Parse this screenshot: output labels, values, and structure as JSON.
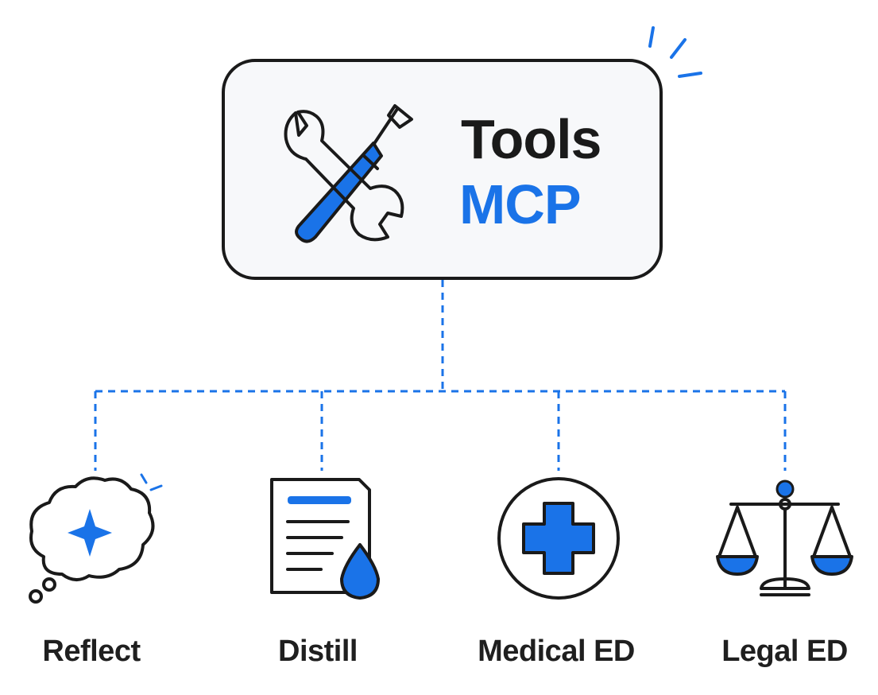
{
  "colors": {
    "accent": "#1a73e8",
    "ink": "#1a1a1a",
    "box_fill": "#f7f8fa"
  },
  "root": {
    "title": "Tools",
    "subtitle": "MCP",
    "icon": "wrench-screwdriver-icon"
  },
  "children": [
    {
      "label": "Reflect",
      "icon": "thought-cloud-sparkle-icon"
    },
    {
      "label": "Distill",
      "icon": "document-droplet-icon"
    },
    {
      "label": "Medical ED",
      "icon": "medical-cross-icon"
    },
    {
      "label": "Legal ED",
      "icon": "scales-of-justice-icon"
    }
  ]
}
